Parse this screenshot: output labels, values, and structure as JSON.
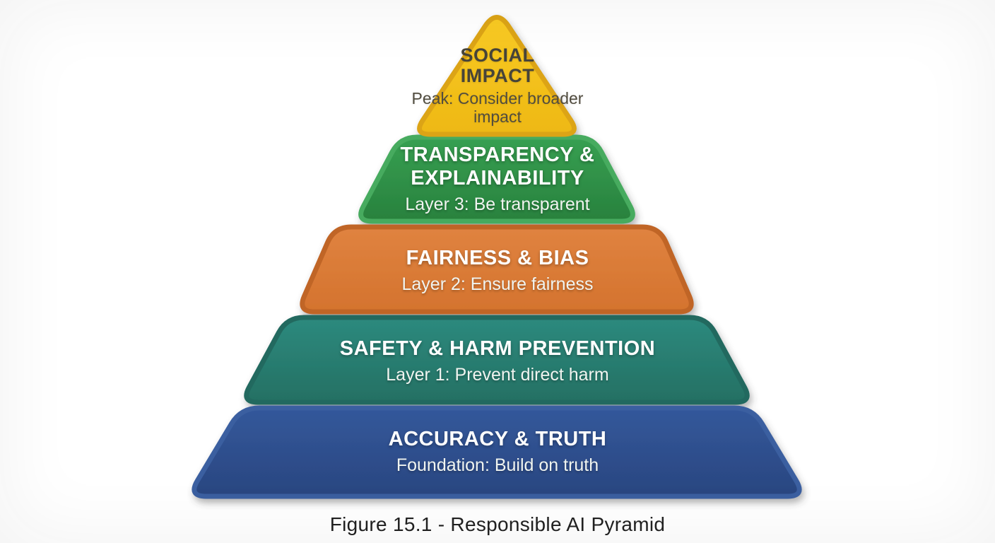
{
  "figure": {
    "caption": "Figure 15.1 - Responsible AI Pyramid"
  },
  "pyramid": {
    "layers": [
      {
        "id": "social-impact",
        "level_name": "Peak",
        "title": "SOCIAL IMPACT",
        "subtitle": "Peak: Consider broader impact",
        "fill_color": "#F5C41D",
        "border_color": "#DCA414",
        "text_color": "#474439"
      },
      {
        "id": "transparency-explainability",
        "level_name": "Layer 3",
        "title": "TRANSPARENCY & EXPLAINABILITY",
        "subtitle": "Layer 3: Be transparent",
        "fill_color": "#2F9148",
        "border_color": "#46AB5E",
        "text_color": "#FFFFFF"
      },
      {
        "id": "fairness-bias",
        "level_name": "Layer 2",
        "title": "FAIRNESS & BIAS",
        "subtitle": "Layer 2: Ensure fairness",
        "fill_color": "#DB7A37",
        "border_color": "#C06528",
        "text_color": "#FFFFFF"
      },
      {
        "id": "safety-harm-prevention",
        "level_name": "Layer 1",
        "title": "SAFETY & HARM PREVENTION",
        "subtitle": "Layer 1: Prevent direct harm",
        "fill_color": "#2A8276",
        "border_color": "#20695F",
        "text_color": "#FFFFFF"
      },
      {
        "id": "accuracy-truth",
        "level_name": "Foundation",
        "title": "ACCURACY & TRUTH",
        "subtitle": "Foundation: Build on truth",
        "fill_color": "#2D4F8D",
        "border_color": "#3A5FA0",
        "text_color": "#FFFFFF"
      }
    ]
  }
}
